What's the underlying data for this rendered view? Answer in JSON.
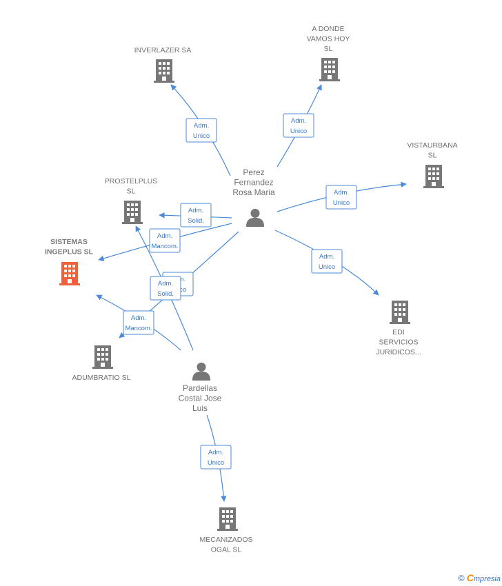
{
  "colors": {
    "edge": "#4a8ad8",
    "company": "#777777",
    "focus": "#f0603a",
    "person": "#777777"
  },
  "nodes": [
    {
      "id": "inverlazer",
      "type": "company",
      "icon": "building-icon",
      "label": [
        "INVERLAZER SA"
      ]
    },
    {
      "id": "adonde",
      "type": "company",
      "icon": "building-icon",
      "label": [
        "A DONDE",
        "VAMOS HOY",
        "SL"
      ]
    },
    {
      "id": "vistaurbana",
      "type": "company",
      "icon": "building-icon",
      "label": [
        "VISTAURBANA",
        "SL"
      ]
    },
    {
      "id": "prostelplus",
      "type": "company",
      "icon": "building-icon",
      "label": [
        "PROSTELPLUS",
        "SL"
      ]
    },
    {
      "id": "sistemas",
      "type": "company",
      "icon": "building-icon",
      "focus": true,
      "label": [
        "SISTEMAS",
        "INGEPLUS  SL"
      ]
    },
    {
      "id": "edi",
      "type": "company",
      "icon": "building-icon",
      "label": [
        "EDI",
        "SERVICIOS",
        "JURIDICOS..."
      ]
    },
    {
      "id": "adumbratio",
      "type": "company",
      "icon": "building-icon",
      "label": [
        "ADUMBRATIO SL"
      ]
    },
    {
      "id": "mecanizados",
      "type": "company",
      "icon": "building-icon",
      "label": [
        "MECANIZADOS",
        "OGAL SL"
      ]
    },
    {
      "id": "perez",
      "type": "person",
      "icon": "person-icon",
      "label": [
        "Perez",
        "Fernandez",
        "Rosa Maria"
      ]
    },
    {
      "id": "pardellas",
      "type": "person",
      "icon": "person-icon",
      "label": [
        "Pardellas",
        "Costal Jose",
        "Luis"
      ]
    }
  ],
  "edges": [
    {
      "from": "perez",
      "to": "inverlazer",
      "label": [
        "Adm.",
        "Unico"
      ]
    },
    {
      "from": "perez",
      "to": "adonde",
      "label": [
        "Adm.",
        "Unico"
      ]
    },
    {
      "from": "perez",
      "to": "vistaurbana",
      "label": [
        "Adm.",
        "Unico"
      ]
    },
    {
      "from": "perez",
      "to": "prostelplus",
      "label": [
        "Adm.",
        "Solid."
      ]
    },
    {
      "from": "perez",
      "to": "sistemas",
      "label": [
        "Adm.",
        "Mancom."
      ]
    },
    {
      "from": "perez",
      "to": "edi",
      "label": [
        "Adm.",
        "Unico"
      ]
    },
    {
      "from": "perez",
      "to": "adumbratio",
      "label": [
        "Adm.",
        "Unico"
      ]
    },
    {
      "from": "pardellas",
      "to": "prostelplus",
      "label": [
        "Adm.",
        "Solid."
      ]
    },
    {
      "from": "pardellas",
      "to": "sistemas",
      "label": [
        "Adm.",
        "Mancom."
      ]
    },
    {
      "from": "pardellas",
      "to": "mecanizados",
      "label": [
        "Adm.",
        "Unico"
      ]
    }
  ],
  "brand": {
    "copyright": "©",
    "initial": "C",
    "rest": "mpresia"
  }
}
